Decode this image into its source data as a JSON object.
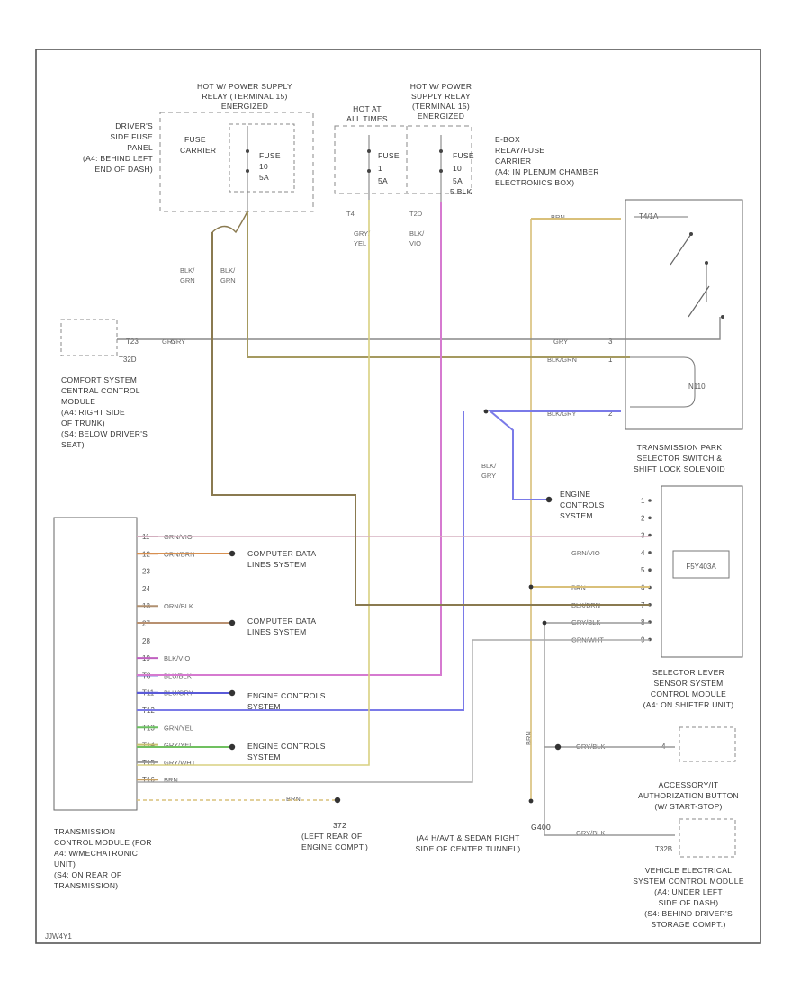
{
  "relays": {
    "left_title": [
      "HOT W/ POWER SUPPLY",
      "RELAY (TERMINAL 15)",
      "ENERGIZED"
    ],
    "mid_title": [
      "HOT AT",
      "ALL TIMES"
    ],
    "right_title": [
      "HOT W/ POWER",
      "SUPPLY RELAY",
      "(TERMINAL 15)",
      "ENERGIZED"
    ]
  },
  "fuse_panel": [
    "DRIVER'S",
    "SIDE FUSE",
    "PANEL",
    "(A4: BEHIND LEFT",
    "END OF DASH)"
  ],
  "fuse_left": {
    "box_text": [
      "FUSE",
      "CARRIER"
    ],
    "fuse_text": [
      "FUSE",
      "10",
      "5A"
    ]
  },
  "fuse_mid": {
    "fuse_text": [
      "FUSE",
      "1",
      "5A"
    ]
  },
  "fuse_right": {
    "fuse_text": [
      "FUSE",
      "10",
      "5A"
    ],
    "extra": "5 BLK"
  },
  "ebox": [
    "E-BOX",
    "RELAY/FUSE",
    "CARRIER",
    "(A4: IN PLENUM CHAMBER",
    "ELECTRONICS BOX)"
  ],
  "wire_labels": {
    "a": "T4",
    "b": "T2D",
    "c": [
      "GRY/",
      "YEL"
    ],
    "d": [
      "BLK/",
      "VIO"
    ],
    "e": [
      "BLK/",
      "GRN"
    ],
    "f": [
      "BLK/",
      "GRN"
    ],
    "g": [
      "BLK/",
      "GRY"
    ],
    "h": "GRY",
    "i": "GRY",
    "j": "BLK/GRN",
    "k": "BLK/GRY",
    "l": "BRN",
    "ground_v": "BRN"
  },
  "comfort": {
    "pin": "T23",
    "wire": "GRY",
    "connector": "T32D",
    "label": [
      "COMFORT SYSTEM",
      "CENTRAL CONTROL",
      "MODULE",
      "(A4: RIGHT SIDE",
      "OF TRUNK)",
      "(S4: BELOW DRIVER'S",
      "SEAT)"
    ]
  },
  "shift_switch": {
    "pins": [
      "3",
      "1",
      "2"
    ],
    "tag": "T4/1A",
    "solenoid": "N110",
    "label": [
      "TRANSMISSION PARK",
      "SELECTOR SWITCH &",
      "SHIFT LOCK SOLENOID"
    ]
  },
  "engine_controls_top": [
    "ENGINE",
    "CONTROLS",
    "SYSTEM"
  ],
  "tcm": {
    "pins": [
      "11",
      "12",
      "23",
      "24",
      "13",
      "27",
      "28",
      "19",
      "T8",
      "T11",
      "T12",
      "T13",
      "T14",
      "T15",
      "T16"
    ],
    "wires": [
      "GRN/VIO",
      "ORN/BRN",
      "",
      "",
      "ORN/BLK",
      "",
      "",
      "BLK/VIO",
      "BLU/BLK",
      "BLU/GRY",
      "",
      "GRN/YEL",
      "GRY/YEL",
      "GRY/WHT",
      "BRN"
    ],
    "label": [
      "TRANSMISSION",
      "CONTROL MODULE (FOR",
      "A4: W/MECHATRONIC",
      "UNIT)",
      "(S4: ON REAR OF",
      "TRANSMISSION)"
    ]
  },
  "destinations": {
    "cdl1": [
      "COMPUTER DATA",
      "LINES SYSTEM"
    ],
    "cdl2": [
      "COMPUTER DATA",
      "LINES SYSTEM"
    ],
    "ecs1": [
      "ENGINE CONTROLS",
      "SYSTEM"
    ],
    "ecs2": [
      "ENGINE CONTROLS",
      "SYSTEM"
    ]
  },
  "ground_tcm": {
    "wire": "BRN",
    "id": "372",
    "label": [
      "(LEFT REAR OF",
      "ENGINE COMPT.)"
    ]
  },
  "selector_module": {
    "pins": [
      "1",
      "2",
      "3",
      "4",
      "5",
      "6",
      "7",
      "8",
      "9"
    ],
    "wires": [
      "",
      "",
      "",
      "",
      "GRN/VIO",
      "",
      "BRN",
      "BLK/BRN",
      "GRY/BLK",
      "GRN/WHT"
    ],
    "chip": "F5Y403A",
    "label": [
      "SELECTOR LEVER",
      "SENSOR SYSTEM",
      "CONTROL MODULE",
      "(A4: ON SHIFTER UNIT)"
    ]
  },
  "accessory": {
    "pin": "4",
    "wire": "GRY/BLK",
    "label": [
      "ACCESSORY/IT",
      "AUTHORIZATION BUTTON",
      "(W/ START-STOP)"
    ]
  },
  "vehicle_module": {
    "pin": "T32B",
    "wire": "GRY/BLK",
    "label": [
      "VEHICLE ELECTRICAL",
      "SYSTEM CONTROL MODULE",
      "(A4: UNDER LEFT",
      "SIDE OF DASH)",
      "(S4: BEHIND DRIVER'S",
      "STORAGE COMPT.)"
    ]
  },
  "ground_tunnel": {
    "id": "G400",
    "label": [
      "(A4 H/AVT & SEDAN RIGHT",
      "SIDE OF CENTER TUNNEL)"
    ]
  },
  "footer_code": "JJW4Y1"
}
